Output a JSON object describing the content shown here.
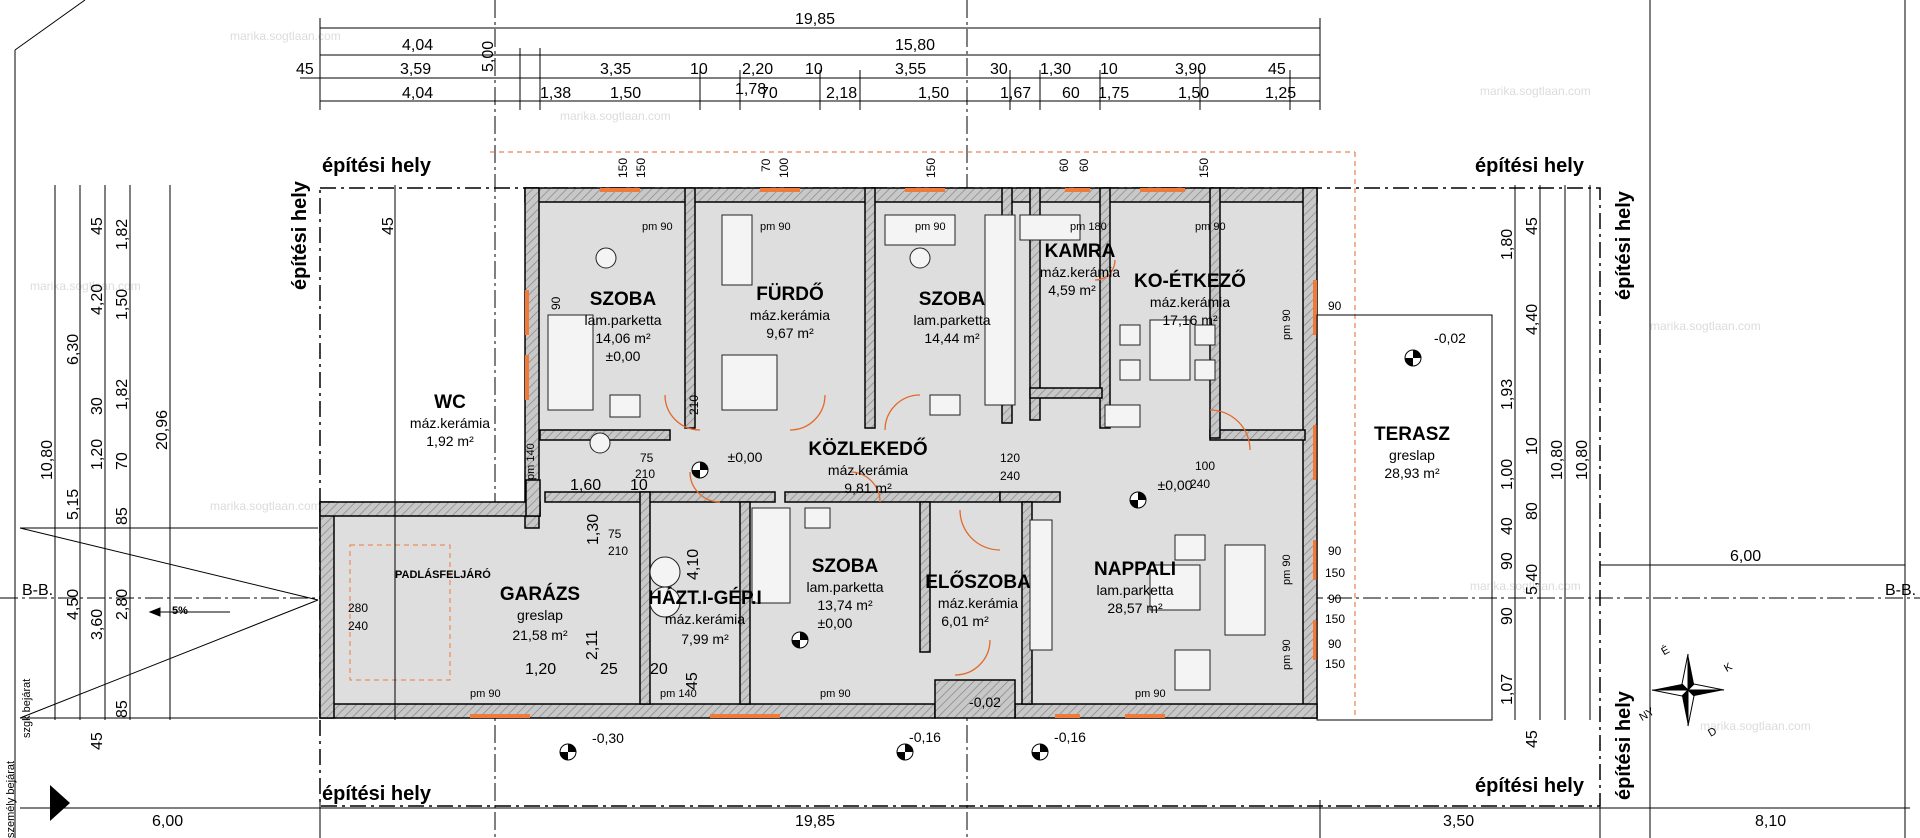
{
  "dims_top": {
    "overall": "19,85",
    "row2": [
      "4,04",
      "15,80"
    ],
    "row3": [
      "45",
      "3,59",
      "5,00",
      "3,35",
      "10",
      "2,20",
      "10",
      "3,55",
      "30",
      "1,30",
      "10",
      "3,90",
      "45"
    ],
    "row4": [
      "4,04",
      "1,38",
      "1,50",
      "1,78",
      "70",
      "2,18",
      "1,50",
      "1,67",
      "60",
      "1,75",
      "1,50",
      "1,25"
    ]
  },
  "dims_bottom": {
    "left": "6,00",
    "mid": "19,85",
    "terrace": "3,50",
    "right": "8,10"
  },
  "dims_right": {
    "terrace_depth": "6,00"
  },
  "dims_left_outer": [
    "10,80",
    "20,96",
    "6,30",
    "5,15",
    "4,50",
    "3,60",
    "45"
  ],
  "dims_left_inner": [
    "45",
    "1,82",
    "4,20",
    "1,50",
    "30",
    "1,82",
    "1,20",
    "70",
    "85",
    "2,80",
    "85",
    "45"
  ],
  "dims_right_cols": [
    "1,80",
    "45",
    "4,40",
    "1,93",
    "10",
    "1,00",
    "80",
    "40",
    "90",
    "5,40",
    "90",
    "1,07",
    "45",
    "10,80",
    "10,80"
  ],
  "building_zone": "építési hely",
  "section": "B-B.",
  "slope": "5%",
  "car_entrance": "szgk bejárat",
  "pedestrian_entrance": "személy bejárat",
  "attic_access": "PADLÁSFELJÁRÓ",
  "rooms": [
    {
      "name": "SZOBA",
      "material": "lam.parketta",
      "area": "14,06 m²",
      "level": "±0,00"
    },
    {
      "name": "FÜRDŐ",
      "material": "máz.kerámia",
      "area": "9,67 m²",
      "level": ""
    },
    {
      "name": "SZOBA",
      "material": "lam.parketta",
      "area": "14,44 m²",
      "level": ""
    },
    {
      "name": "KAMRA",
      "material": "máz.kerámia",
      "area": "4,59 m²",
      "level": ""
    },
    {
      "name": "KO-ÉTKEZŐ",
      "material": "máz.kerámia",
      "area": "17,16 m²",
      "level": ""
    },
    {
      "name": "WC",
      "material": "máz.kerámia",
      "area": "1,92 m²",
      "level": ""
    },
    {
      "name": "KÖZLEKEDŐ",
      "material": "máz.kerámia",
      "area": "9,81 m²",
      "level": "±0,00"
    },
    {
      "name": "TERASZ",
      "material": "greslap",
      "area": "28,93 m²",
      "level": "-0,02"
    },
    {
      "name": "GARÁZS",
      "material": "greslap",
      "area": "21,58 m²",
      "level": "-0,30"
    },
    {
      "name": "HÁZT.I-GÉP.I",
      "material": "máz.kerámia",
      "area": "7,99 m²",
      "level": ""
    },
    {
      "name": "SZOBA",
      "material": "lam.parketta",
      "area": "13,74 m²",
      "level": "±0,00"
    },
    {
      "name": "ELŐSZOBA",
      "material": "máz.kerámia",
      "area": "6,01 m²",
      "level": "-0,02"
    },
    {
      "name": "NAPPALI",
      "material": "lam.parketta",
      "area": "28,57 m²",
      "level": "±0,00"
    }
  ],
  "levels": {
    "porch_left": "-0,16",
    "porch_right": "-0,16",
    "terrace": "-0,02",
    "living": "±0,00"
  },
  "windows": {
    "pm90": "pm 90",
    "pm180": "pm 180",
    "pm140": "pm 140"
  },
  "openings": [
    "150",
    "150",
    "70",
    "100",
    "150",
    "60",
    "60",
    "150",
    "90",
    "210",
    "75",
    "210",
    "1,60",
    "10",
    "1,30",
    "75",
    "210",
    "4,10",
    "2,11",
    "25",
    "20",
    "45",
    "1,20",
    "100",
    "240",
    "120",
    "240",
    "280",
    "240",
    "90",
    "150",
    "90",
    "150",
    "90",
    "150",
    "90"
  ],
  "compass": {
    "n": "É",
    "e": "K",
    "s": "D",
    "w": "NY"
  },
  "watermark": "marika.sogtlaan.com",
  "colors": {
    "wall_fill": "#c8c8c8",
    "room_fill": "#dedede",
    "window": "#f07a3a",
    "door": "#e06a2a",
    "line": "#000000"
  }
}
